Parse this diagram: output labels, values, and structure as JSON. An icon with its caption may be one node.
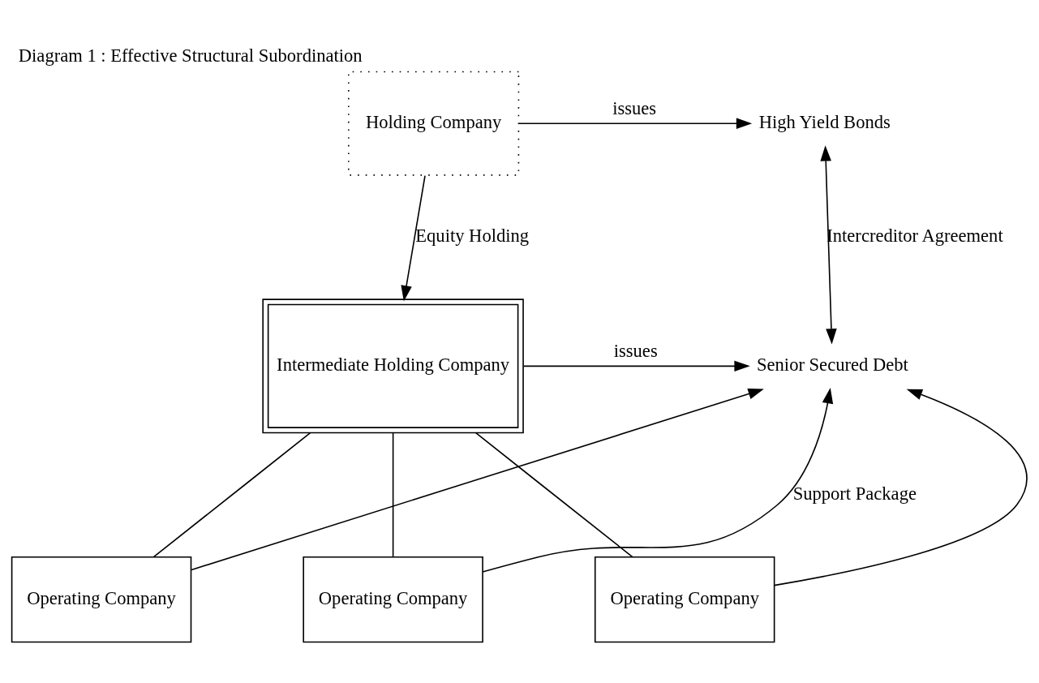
{
  "diagram": {
    "title": "Diagram 1 : Effective Structural Subordination",
    "nodes": [
      {
        "text": [
          "Holding Company"
        ]
      },
      {
        "text": [
          "High Yield Bonds"
        ]
      },
      {
        "text": [
          "Intermediate Holding Company"
        ]
      },
      {
        "text": [
          "Senior Secured Debt"
        ]
      },
      {
        "text": [
          "Operating Company"
        ]
      },
      {
        "text": [
          "Operating Company"
        ]
      },
      {
        "text": [
          "Operating Company"
        ]
      }
    ],
    "edges": [
      {
        "from": 0,
        "to": 1,
        "arrow": "to",
        "label": "issues"
      },
      {
        "from": 0,
        "to": 2,
        "arrow": "to",
        "label": "Equity Holding"
      },
      {
        "from": 1,
        "to": 3,
        "arrow": "both",
        "label": "Intercreditor Agreement"
      },
      {
        "from": 2,
        "to": 3,
        "arrow": "to",
        "label": "issues"
      },
      {
        "from": 2,
        "to": 4,
        "arrow": "none"
      },
      {
        "from": 2,
        "to": 5,
        "arrow": "none"
      },
      {
        "from": 2,
        "to": 6,
        "arrow": "none"
      },
      {
        "from": 4,
        "to": 3,
        "arrow": "to"
      },
      {
        "from": 5,
        "to": 3,
        "arrow": "to",
        "label": "Support Package"
      },
      {
        "from": 6,
        "to": 3,
        "arrow": "to"
      }
    ]
  }
}
